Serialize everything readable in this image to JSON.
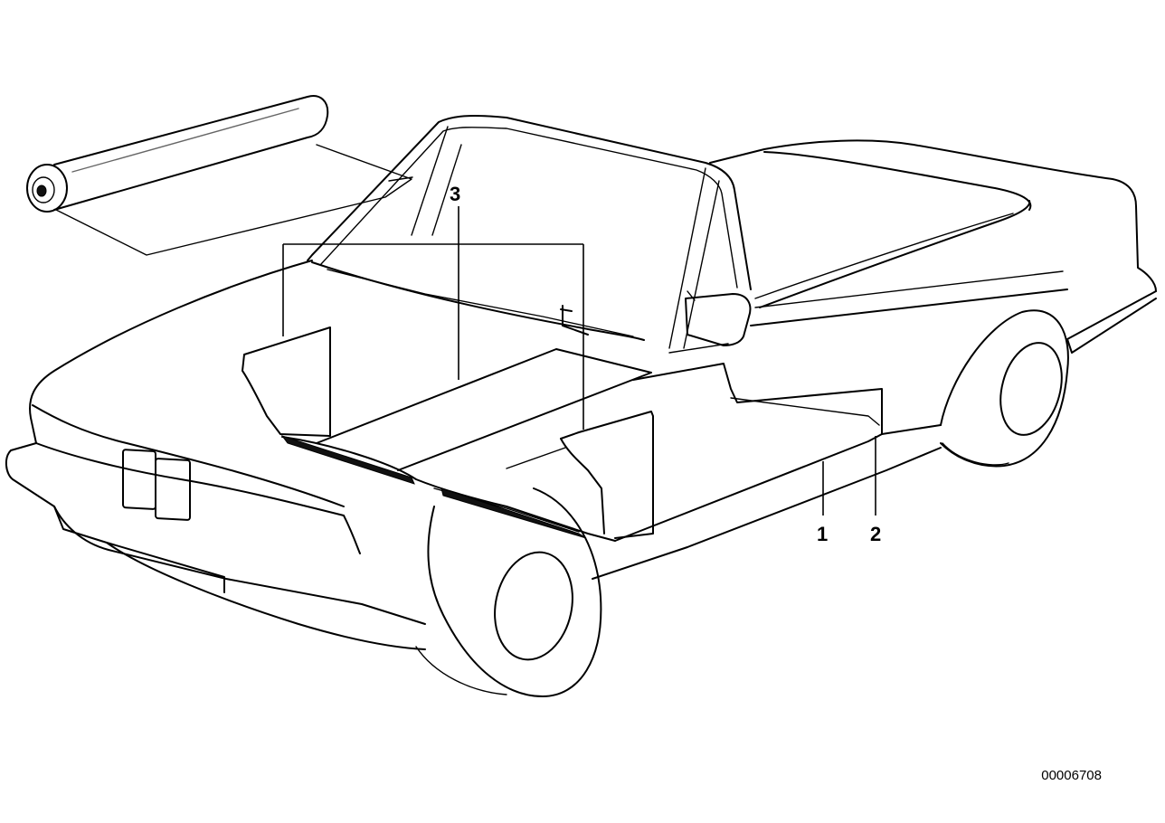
{
  "diagram": {
    "callouts": {
      "part_1": "1",
      "part_2": "2",
      "part_3": "3"
    },
    "document_number": "00006708"
  }
}
